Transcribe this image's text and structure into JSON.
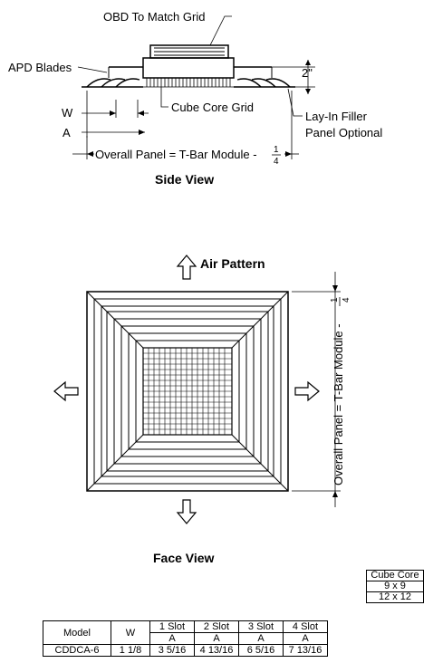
{
  "side_view": {
    "title": "Side View",
    "labels": {
      "obd": "OBD To Match Grid",
      "apd": "APD Blades",
      "cube_core": "Cube Core Grid",
      "lay_in_1": "Lay-In Filler",
      "lay_in_2": "Panel Optional",
      "height": "2\"",
      "w": "W",
      "a": "A",
      "overall": "Overall Panel = T-Bar Module -",
      "frac_num": "1",
      "frac_den": "4"
    }
  },
  "face_view": {
    "title": "Face View",
    "air_pattern": "Air Pattern",
    "overall": "Overall Panel = T-Bar Module -",
    "frac_num": "1",
    "frac_den": "4"
  },
  "cube_core_table": {
    "header": "Cube Core",
    "rows": [
      "9 x 9",
      "12 x 12"
    ]
  },
  "model_table": {
    "model_header": "Model",
    "w_header": "W",
    "slot_headers": [
      "1 Slot",
      "2 Slot",
      "3 Slot",
      "4 Slot"
    ],
    "a_label": "A",
    "row": {
      "model": "CDDCA-6",
      "w": "1 1/8",
      "values": [
        "3 5/16",
        "4 13/16",
        "6 5/16",
        "7 13/16"
      ]
    }
  }
}
